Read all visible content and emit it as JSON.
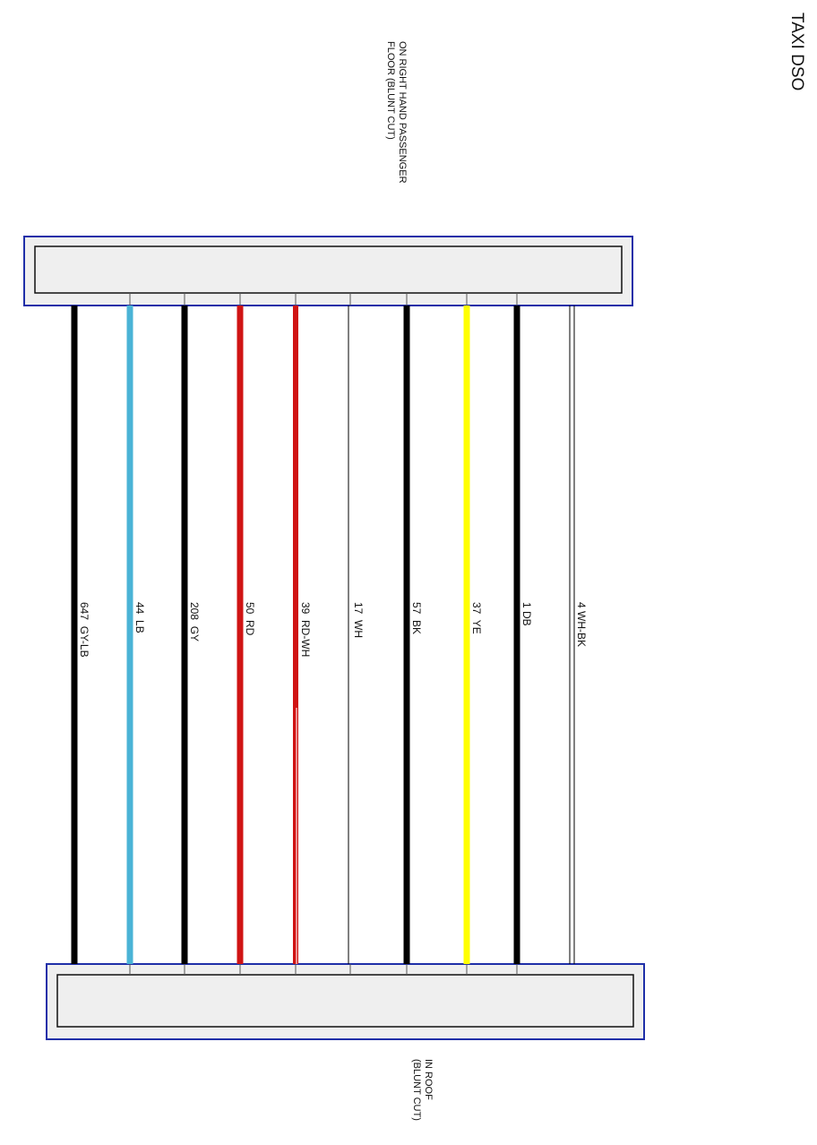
{
  "title": "TAXI DSO",
  "top_connector": {
    "label_lines": [
      "ON RIGHT HAND PASSENGER",
      "FLOOR (BLUNT CUT)"
    ],
    "frame_color": "#1f2fa8",
    "fill_color": "#efefef"
  },
  "bottom_connector": {
    "label_lines": [
      "IN ROOF",
      "(BLUNT CUT)"
    ],
    "frame_color": "#1f2fa8",
    "fill_color": "#efefef"
  },
  "wires": [
    {
      "label": "647  GY-LB",
      "color": "#000000",
      "style": "thick"
    },
    {
      "label": "44  LB",
      "color": "#4ab3d6",
      "style": "thick"
    },
    {
      "label": "208  GY",
      "color": "#000000",
      "style": "thick"
    },
    {
      "label": "50  RD",
      "color": "#d01414",
      "style": "thick"
    },
    {
      "label": "39  RD-WH",
      "color": "#d01414",
      "style": "stripe"
    },
    {
      "label": "17  WH",
      "color": "#000000",
      "style": "thin"
    },
    {
      "label": "57  BK",
      "color": "#000000",
      "style": "thick"
    },
    {
      "label": "37  YE",
      "color": "#ffff00",
      "style": "thick"
    },
    {
      "label": "1 DB",
      "color": "#000000",
      "style": "thick"
    },
    {
      "label": "4 WH-BK",
      "color": "#000000",
      "style": "double"
    }
  ]
}
